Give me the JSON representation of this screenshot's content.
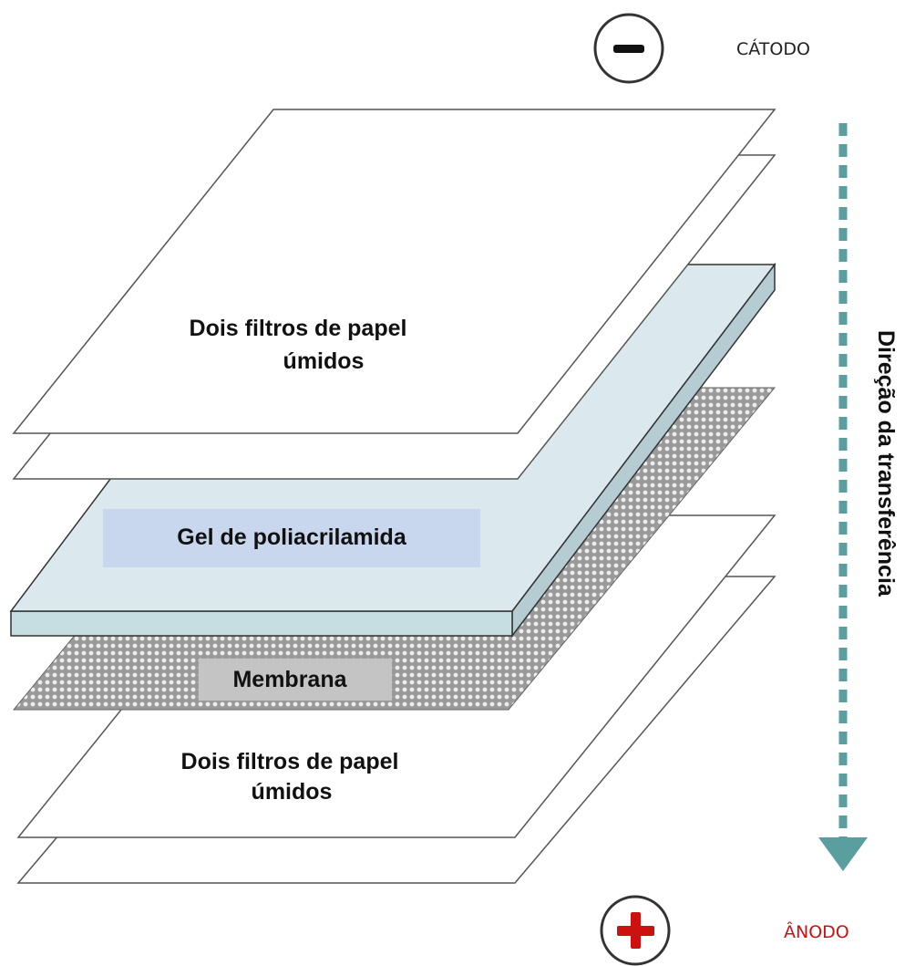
{
  "electrodes": {
    "cathode": {
      "label": "CÁTODO",
      "symbol": "−",
      "label_color": "#222222"
    },
    "anode": {
      "label": "ÂNODO",
      "symbol": "+",
      "label_color": "#cc1111",
      "symbol_color": "#cc1111"
    }
  },
  "direction": {
    "label": "Direção da transferência",
    "arrow_color": "#5a9ea0"
  },
  "layers": {
    "top_filters": {
      "line1": "Dois filtros de papel",
      "line2": "úmidos",
      "count": 2
    },
    "gel": {
      "label": "Gel de poliacrilamida",
      "color": "#dbe9ee",
      "label_bg": "#c8d6ee"
    },
    "membrane": {
      "label": "Membrana",
      "pattern": "dotted",
      "label_bg": "#c4c4c4"
    },
    "bottom_filters": {
      "line1": "Dois filtros de papel",
      "line2": "úmidos",
      "count": 2
    }
  }
}
